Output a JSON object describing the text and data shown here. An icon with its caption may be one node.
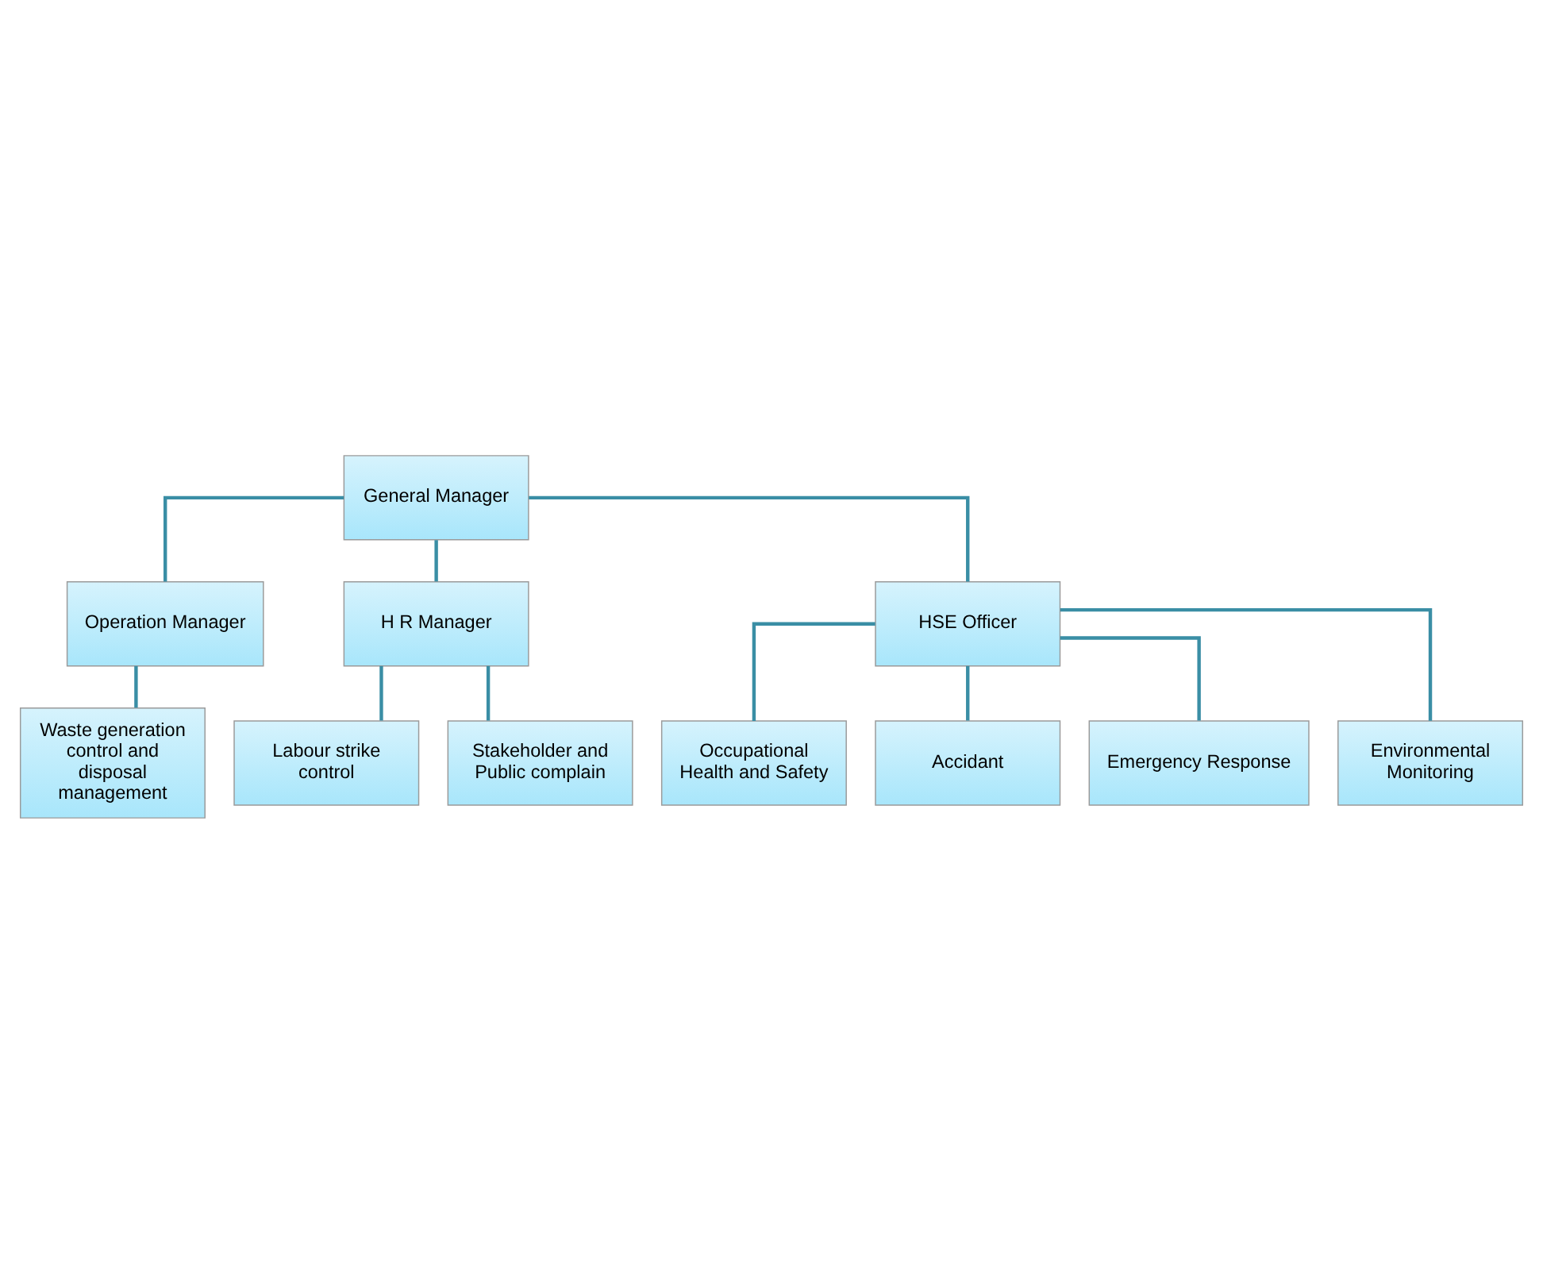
{
  "diagram": {
    "nodes": [
      {
        "text": [
          "General Manager"
        ]
      },
      {
        "text": [
          "Operation Manager"
        ]
      },
      {
        "text": [
          "H R Manager"
        ]
      },
      {
        "text": [
          "HSE Officer"
        ]
      },
      {
        "text": [
          "Waste generation control and disposal management"
        ]
      },
      {
        "text": [
          "Labour strike control"
        ]
      },
      {
        "text": [
          "Stakeholder and Public complain"
        ]
      },
      {
        "text": [
          "Occupational Health and Safety"
        ]
      },
      {
        "text": [
          "Accidant"
        ]
      },
      {
        "text": [
          "Emergency Response"
        ]
      },
      {
        "text": [
          "Environmental Monitoring"
        ]
      }
    ],
    "edges": [
      {
        "from": 0,
        "to": 1,
        "arrow": "none"
      },
      {
        "from": 0,
        "to": 2,
        "arrow": "none"
      },
      {
        "from": 0,
        "to": 3,
        "arrow": "none"
      },
      {
        "from": 1,
        "to": 4,
        "arrow": "none"
      },
      {
        "from": 2,
        "to": 5,
        "arrow": "none"
      },
      {
        "from": 2,
        "to": 6,
        "arrow": "none"
      },
      {
        "from": 3,
        "to": 7,
        "arrow": "none"
      },
      {
        "from": 3,
        "to": 8,
        "arrow": "none"
      },
      {
        "from": 3,
        "to": 9,
        "arrow": "none"
      },
      {
        "from": 3,
        "to": 10,
        "arrow": "none"
      }
    ]
  }
}
